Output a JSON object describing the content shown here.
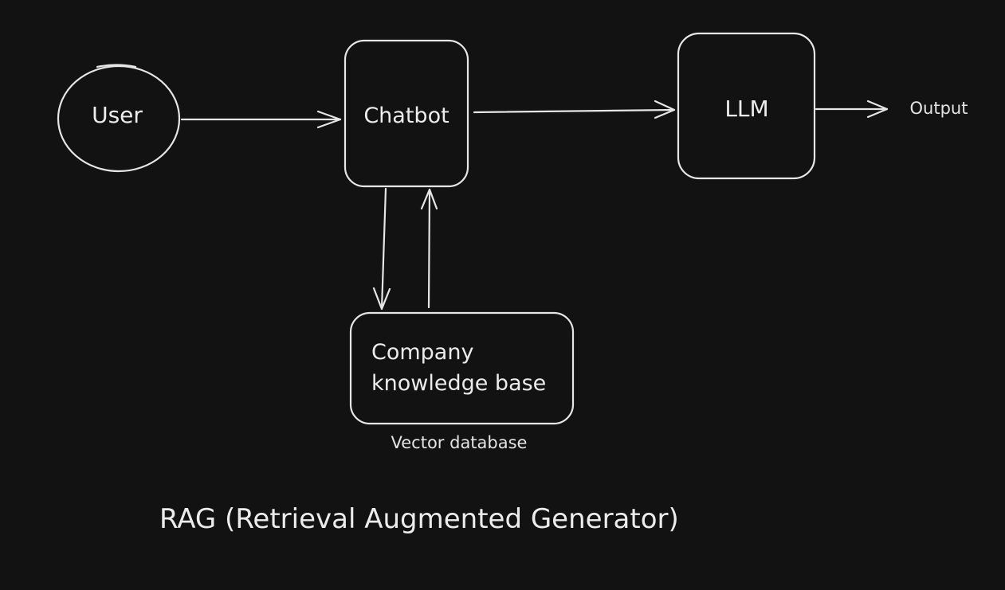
{
  "diagram": {
    "nodes": {
      "user": {
        "label": "User"
      },
      "chatbot": {
        "label": "Chatbot"
      },
      "llm": {
        "label": "LLM"
      },
      "output": {
        "label": "Output"
      },
      "knowledge_base": {
        "label_line1": "Company",
        "label_line2": "knowledge base",
        "caption": "Vector database"
      }
    },
    "edges": [
      {
        "from": "user",
        "to": "chatbot"
      },
      {
        "from": "chatbot",
        "to": "llm"
      },
      {
        "from": "llm",
        "to": "output"
      },
      {
        "from": "chatbot",
        "to": "knowledge_base"
      },
      {
        "from": "knowledge_base",
        "to": "chatbot"
      }
    ],
    "title": "RAG (Retrieval Augmented Generator)",
    "colors": {
      "background": "#121212",
      "stroke": "#e6e6e6",
      "text": "#ececec"
    }
  }
}
